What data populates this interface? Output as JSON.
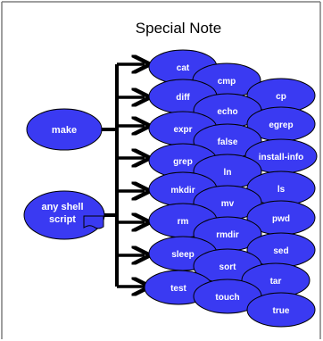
{
  "title": "Special Note",
  "colors": {
    "ellipse_fill": "#3a3af2",
    "ellipse_stroke": "#000000",
    "text": "#ffffff",
    "line": "#000000",
    "frame": "#7f7f7f"
  },
  "sources": [
    {
      "id": "make",
      "label": "make"
    },
    {
      "id": "any-shell-script",
      "label_lines": [
        "any shell",
        "script"
      ],
      "icon": "document-icon"
    }
  ],
  "commands": [
    "cat",
    "cmp",
    "cp",
    "diff",
    "echo",
    "egrep",
    "expr",
    "false",
    "install-info",
    "grep",
    "ln",
    "ls",
    "mkdir",
    "mv",
    "pwd",
    "rm",
    "rmdir",
    "sed",
    "sleep",
    "sort",
    "tar",
    "test",
    "touch",
    "true"
  ]
}
